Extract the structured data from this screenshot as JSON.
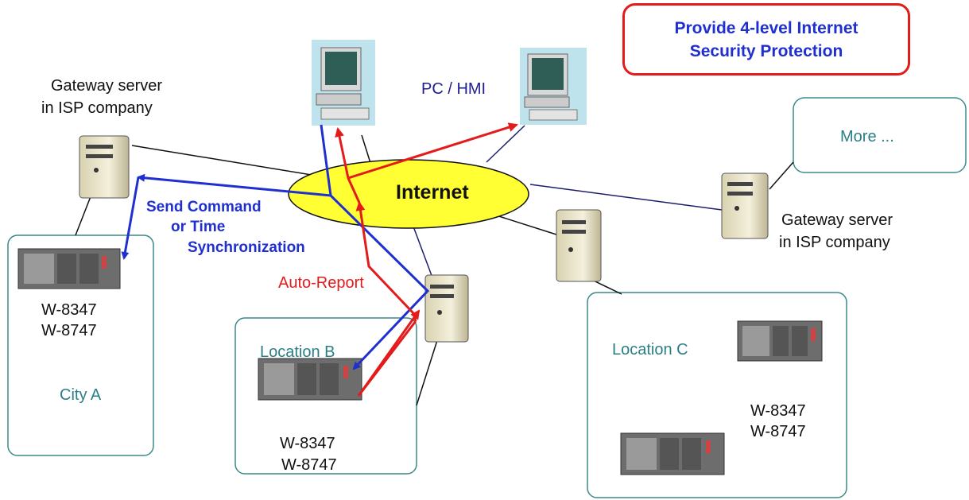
{
  "callout": {
    "line1": "Provide 4-level Internet",
    "line2": "Security Protection"
  },
  "internet_label": "Internet",
  "pc_hmi_label": "PC / HMI",
  "gateway_left": {
    "line1": "Gateway server",
    "line2": "in ISP company"
  },
  "gateway_right": {
    "line1": "Gateway server",
    "line2": "in ISP company"
  },
  "more_label": "More ...",
  "send_command": {
    "line1": "Send Command",
    "line2": "or Time",
    "line3": "Synchronization"
  },
  "auto_report": "Auto-Report",
  "city_a": {
    "model1": "W-8347",
    "model2": "W-8747",
    "name": "City A"
  },
  "location_b": {
    "name": "Location B",
    "model1": "W-8347",
    "model2": "W-8747"
  },
  "location_c": {
    "name": "Location C",
    "model1": "W-8347",
    "model2": "W-8747"
  },
  "colors": {
    "command_arrow": "#1f2fd0",
    "report_arrow": "#e31b1b",
    "cloud": "#ffff33",
    "box_border": "#3a8a8a"
  }
}
